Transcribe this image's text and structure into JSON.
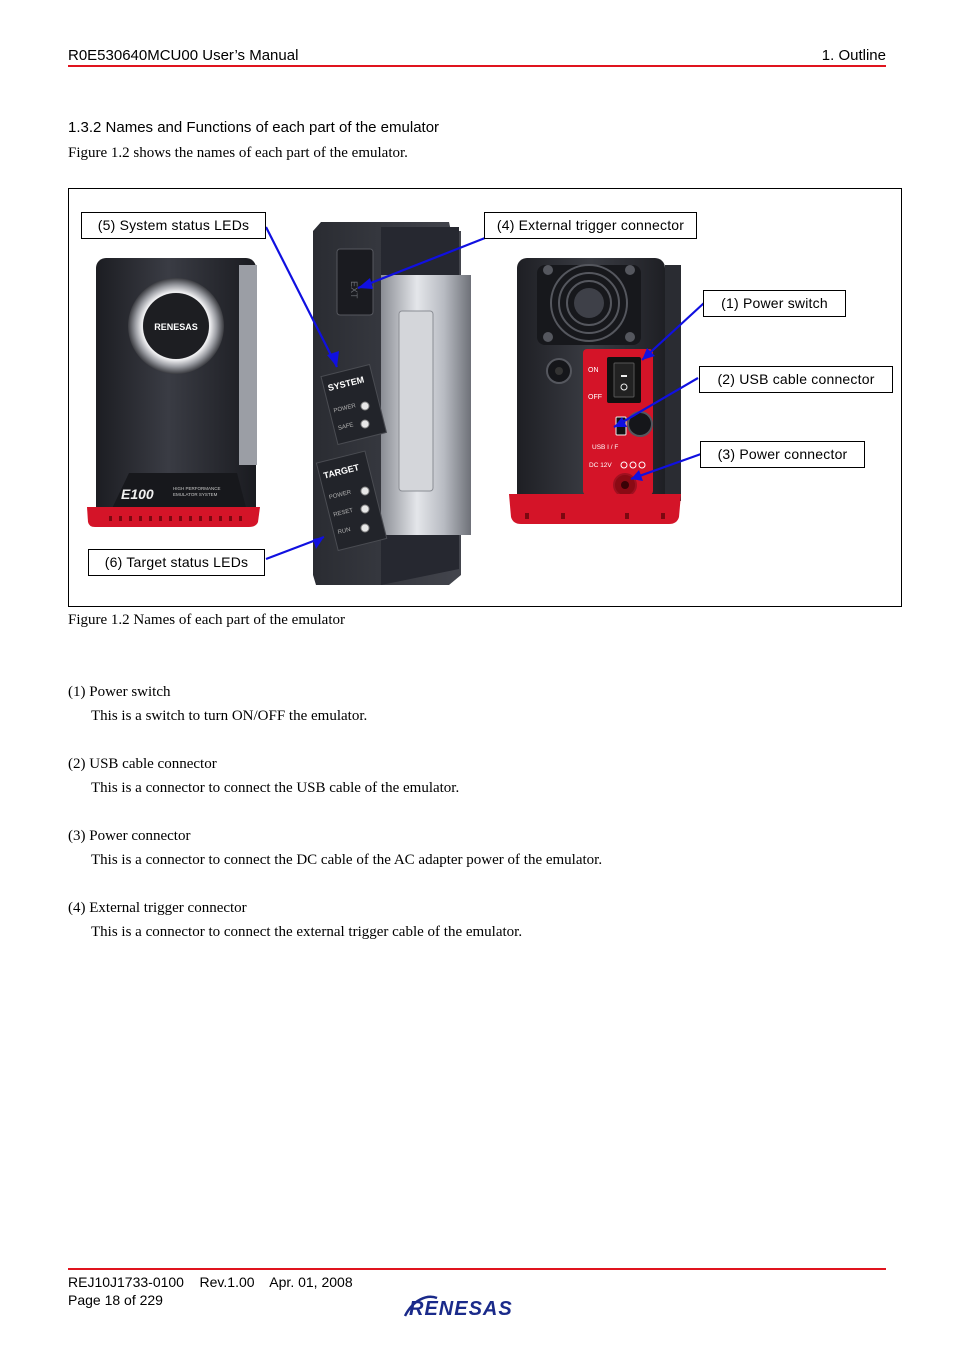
{
  "header": {
    "title": "R0E530640MCU00 User’s Manual",
    "chapter": "1. Outline"
  },
  "section": {
    "title": "1.3.2 Names and Functions of each part of the emulator",
    "intro": "Figure 1.2 shows the names of each part of the emulator."
  },
  "figure": {
    "caption": "Figure 1.2 Names of each part of the emulator",
    "callouts": {
      "system_leds": "(5) System status LEDs",
      "ext_trigger": "(4) External trigger connector",
      "power_switch": "(1) Power switch",
      "usb_connector": "(2) USB cable connector",
      "power_connector": "(3) Power connector",
      "target_leds": "(6) Target status LEDs"
    },
    "device_labels": {
      "brand": "RENESAS",
      "model": "E100",
      "model_sub1": "HIGH PERFORMANCE",
      "model_sub2": "EMULATOR SYSTEM",
      "ext": "EXT",
      "system": "SYSTEM",
      "power": "POWER",
      "safe": "SAFE",
      "target": "TARGET",
      "target_power": "POWER",
      "reset": "RESET",
      "run": "RUN",
      "on": "ON",
      "off": "OFF",
      "usb_if": "USB I / F",
      "dc": "DC 12V"
    },
    "colors": {
      "callout_line": "#1010e0",
      "device_red": "#d41428",
      "device_body": "#2e3036"
    }
  },
  "items": [
    {
      "title": "(1) Power switch",
      "desc": "This is a switch to turn ON/OFF the emulator."
    },
    {
      "title": "(2) USB cable connector",
      "desc": "This is a connector to connect the USB cable of the emulator."
    },
    {
      "title": "(3) Power connector",
      "desc": "This is a connector to connect the DC cable of the AC adapter power of the emulator."
    },
    {
      "title": "(4) External trigger connector",
      "desc": "This is a connector to connect the external trigger cable of the emulator."
    }
  ],
  "footer": {
    "doc_line": "REJ10J1733-0100    Rev.1.00    Apr. 01, 2008",
    "page": "Page 18 of 229",
    "logo": "RENESAS",
    "logo_color": "#1a2a8a"
  }
}
